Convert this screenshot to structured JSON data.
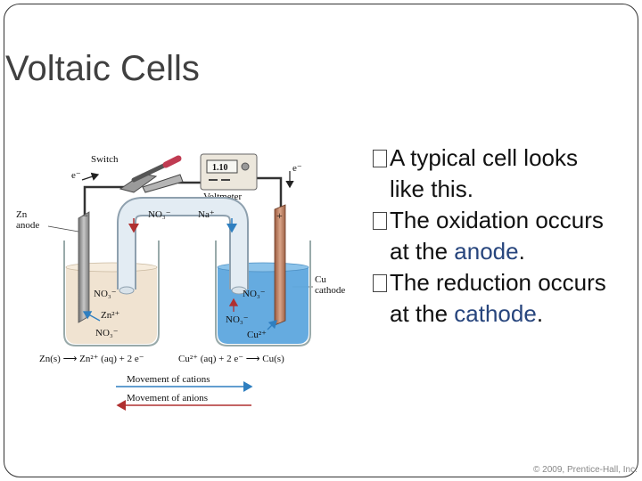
{
  "slide": {
    "title": "Voltaic Cells",
    "bullets": [
      {
        "line1": "A typical cell looks",
        "line2_pre": "like this.",
        "line2_hl": "",
        "line2_post": ""
      },
      {
        "line1": "The oxidation occurs",
        "line2_pre": "at the ",
        "line2_hl": "anode",
        "line2_post": "."
      },
      {
        "line1": "The reduction occurs",
        "line2_pre": "at the ",
        "line2_hl": "cathode",
        "line2_post": "."
      }
    ],
    "highlight_color": "#27457d",
    "copyright": "© 2009, Prentice-Hall, Inc."
  },
  "figure": {
    "switch_label": "Switch",
    "voltmeter_label": "Voltmeter",
    "voltmeter_reading": "1.10",
    "electron_left": "e⁻",
    "electron_right": "e⁻",
    "zn_label_1": "Zn",
    "zn_label_2": "anode",
    "cu_label_1": "Cu",
    "cu_label_2": "cathode",
    "minus_sign": "−",
    "plus_sign": "+",
    "salt_bridge_anion": "NO₃⁻",
    "salt_bridge_cation": "Na⁺",
    "left_ion_1": "NO₃⁻",
    "left_ion_2": "Zn²⁺",
    "left_ion_3": "NO₃⁻",
    "right_ion_1": "NO₃⁻",
    "right_ion_2": "NO₃⁻",
    "right_ion_3": "Cu²⁺",
    "anode_reaction": "Zn(s) ⟶ Zn²⁺ (aq) + 2 e⁻",
    "cathode_reaction": "Cu²⁺ (aq) + 2 e⁻ ⟶ Cu(s)",
    "legend_cations": "Movement of cations",
    "legend_anions": "Movement of anions",
    "colors": {
      "zinc": "#8a8a8a",
      "copper": "#b87a5a",
      "zn_solution": "#efe2cf",
      "cu_solution": "#5da7de",
      "cation_arrow": "#2f7fc0",
      "anion_arrow": "#b03030"
    }
  }
}
